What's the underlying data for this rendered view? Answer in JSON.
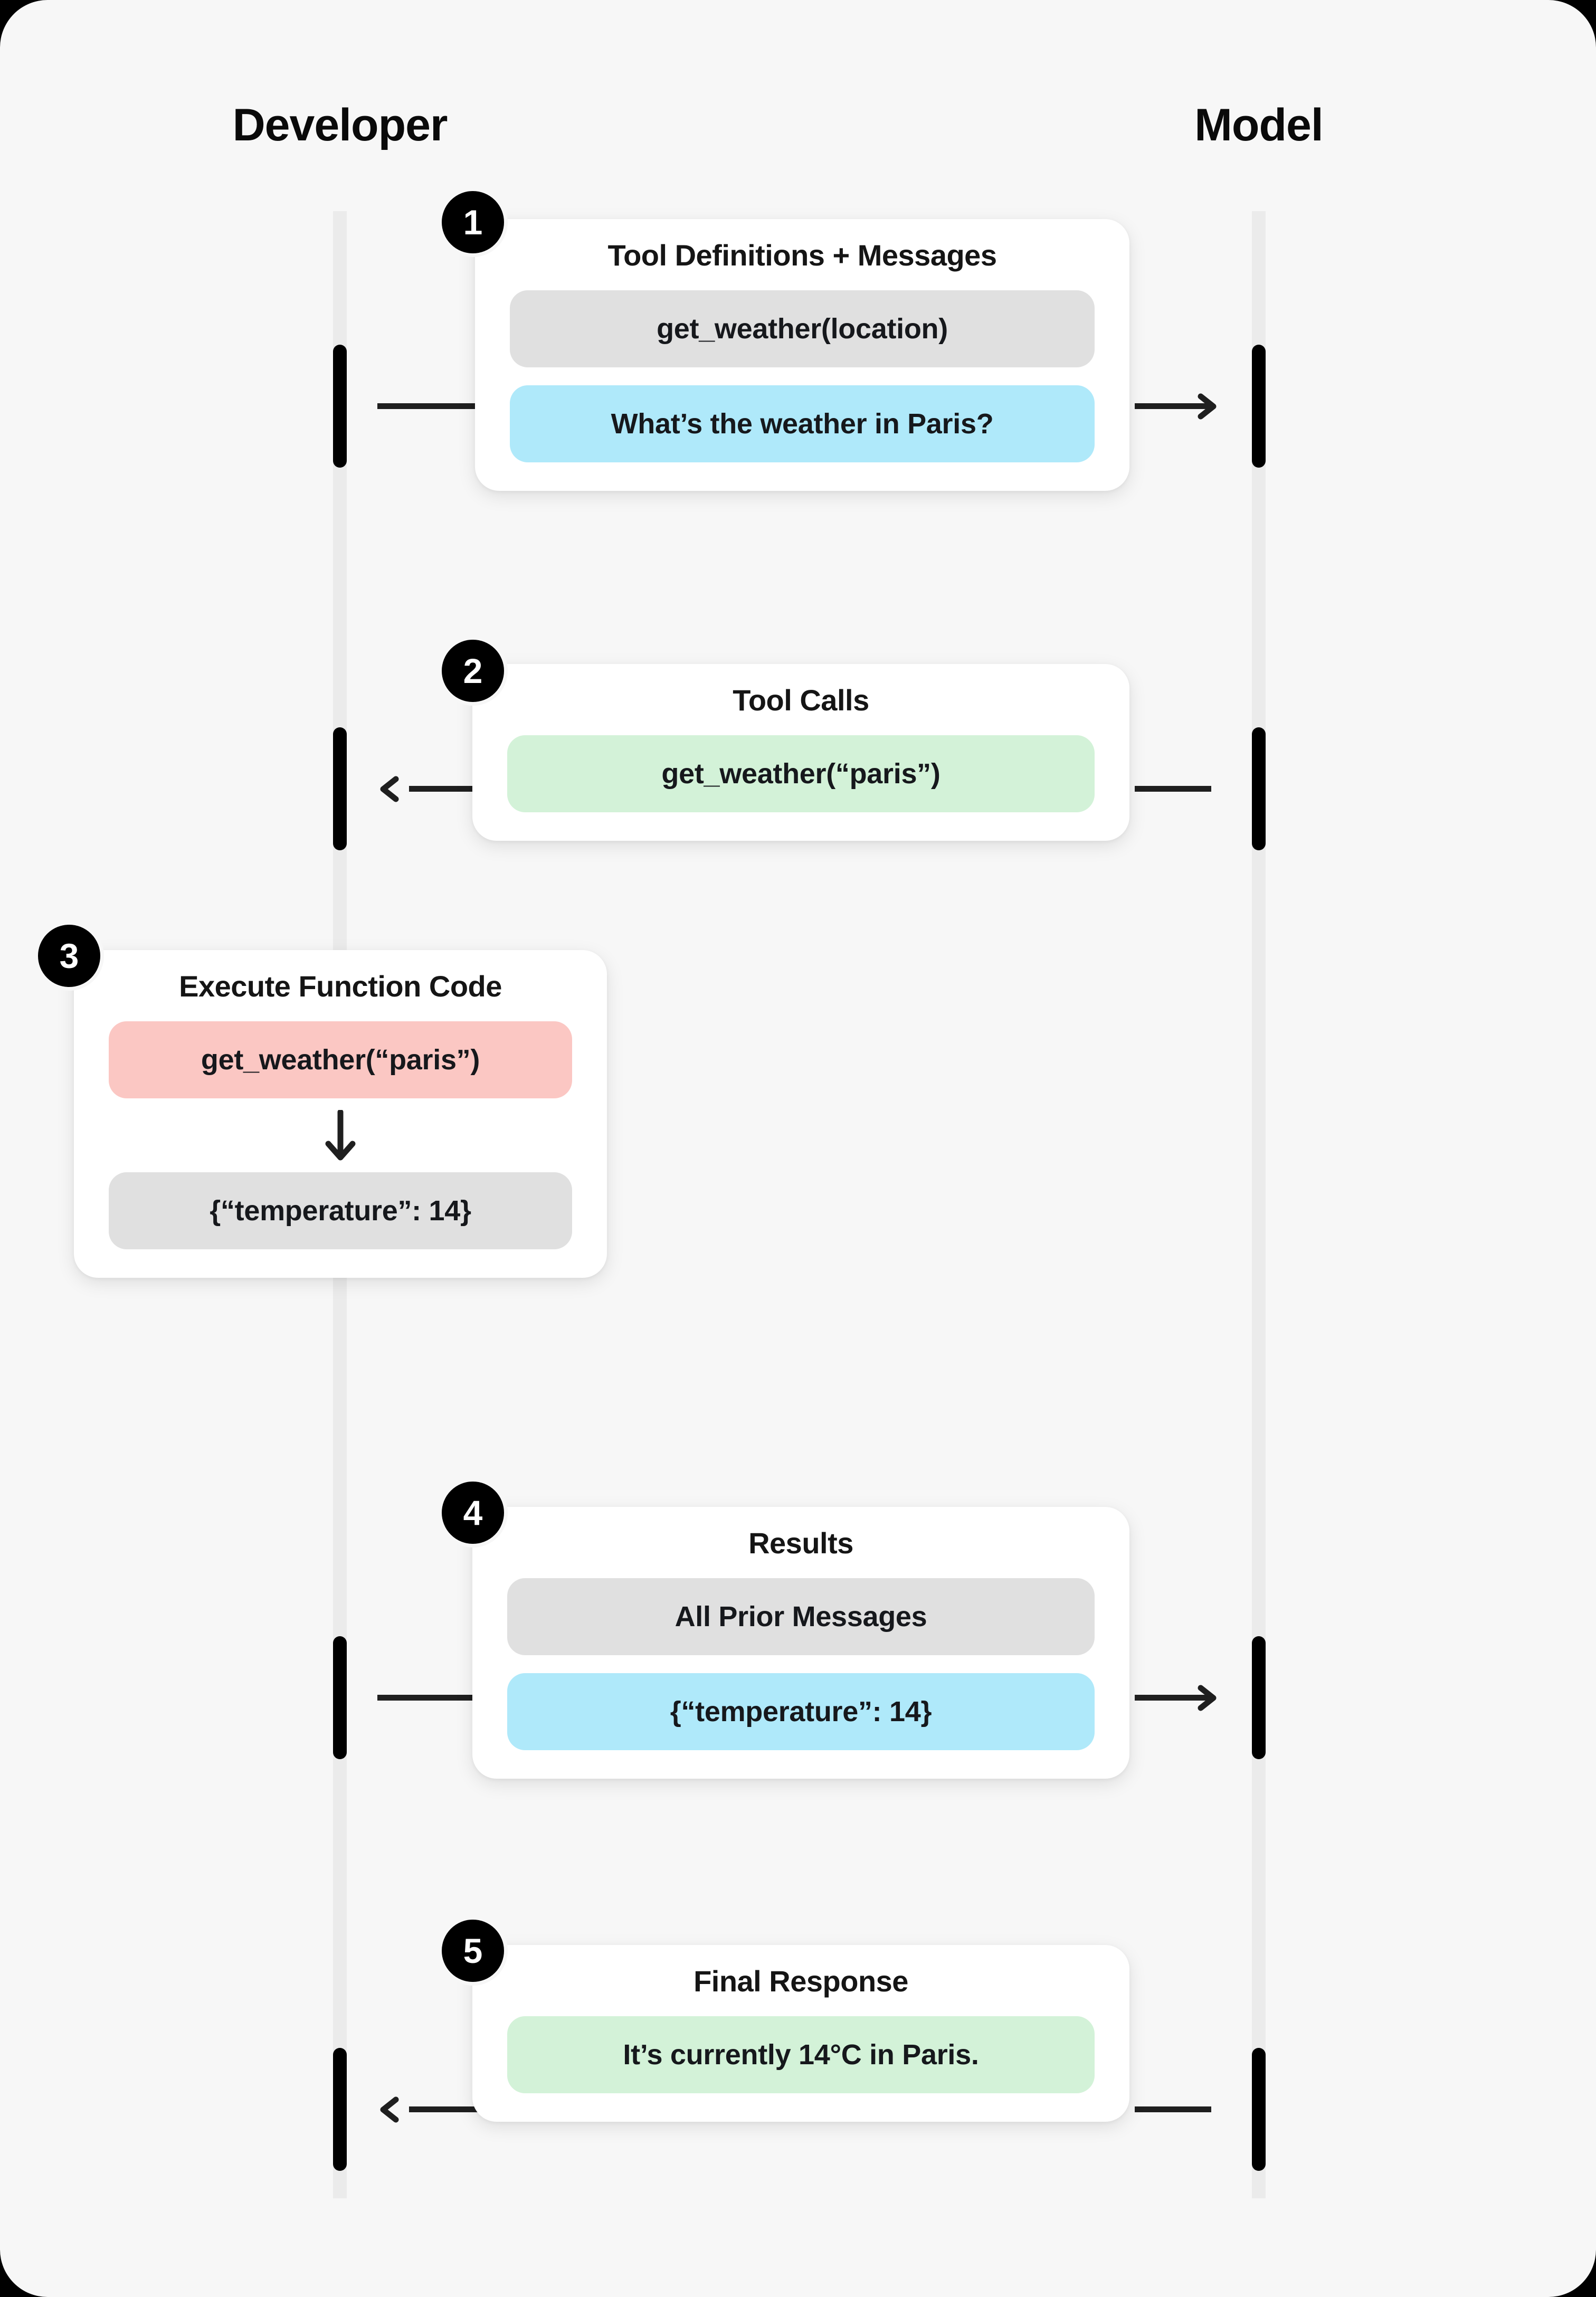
{
  "lanes": {
    "left": {
      "label": "Developer"
    },
    "right": {
      "label": "Model"
    }
  },
  "colors": {
    "page_background": "#F7F7F7",
    "outer_background": "#000000",
    "card_background": "#FFFFFF",
    "lifeline": "#EBEBEB",
    "activation": "#000000",
    "connector": "#1F1F1F",
    "chip_gray": "#E0E0E0",
    "chip_blue": "#AFE9FA",
    "chip_green": "#D3F2D8",
    "chip_pink": "#FBC7C3",
    "badge_background": "#000000",
    "badge_text": "#FFFFFF"
  },
  "steps": [
    {
      "number": "1",
      "title": "Tool Definitions + Messages",
      "direction": "right",
      "chips": [
        {
          "text": "get_weather(location)",
          "style": "gray"
        },
        {
          "text": "What’s the weather in Paris?",
          "style": "blue"
        }
      ]
    },
    {
      "number": "2",
      "title": "Tool Calls",
      "direction": "left",
      "chips": [
        {
          "text": "get_weather(“paris”)",
          "style": "green"
        }
      ]
    },
    {
      "number": "3",
      "title": "Execute Function Code",
      "direction": "none",
      "chips": [
        {
          "text": "get_weather(“paris”)",
          "style": "pink"
        },
        {
          "text": "{“temperature”: 14}",
          "style": "gray"
        }
      ]
    },
    {
      "number": "4",
      "title": "Results",
      "direction": "right",
      "chips": [
        {
          "text": "All Prior Messages",
          "style": "gray"
        },
        {
          "text": "{“temperature”: 14}",
          "style": "blue"
        }
      ]
    },
    {
      "number": "5",
      "title": "Final Response",
      "direction": "left",
      "chips": [
        {
          "text": "It’s currently 14°C in Paris.",
          "style": "green"
        }
      ]
    }
  ]
}
